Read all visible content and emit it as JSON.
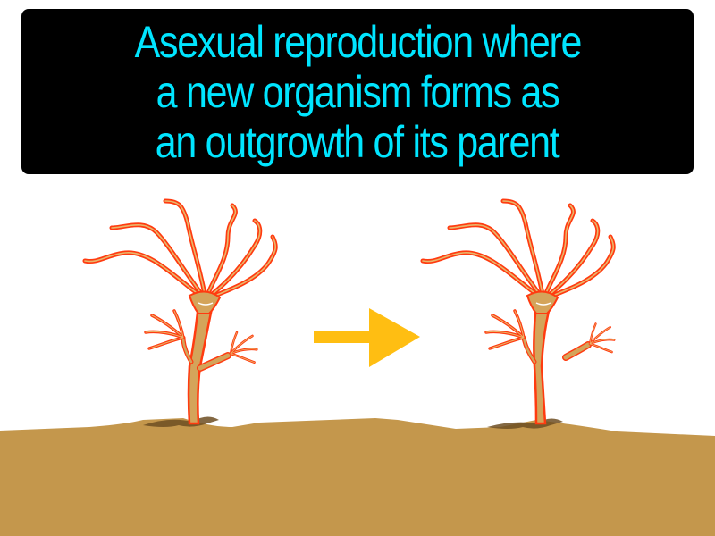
{
  "caption": {
    "lines": [
      "Asexual reproduction where",
      "a new organism forms as",
      "an outgrowth of its parent"
    ],
    "text_color": "#00e5ff",
    "background_color": "#000000"
  },
  "illustration": {
    "left_figure": "hydra-with-attached-bud",
    "arrow": "right-arrow",
    "right_figure": "hydra-with-detaching-bud",
    "colors": {
      "tentacle_outline": "#ff3b10",
      "body_fill": "#d4a45a",
      "arrow": "#ffbe12",
      "ground": "#c4974c"
    }
  }
}
